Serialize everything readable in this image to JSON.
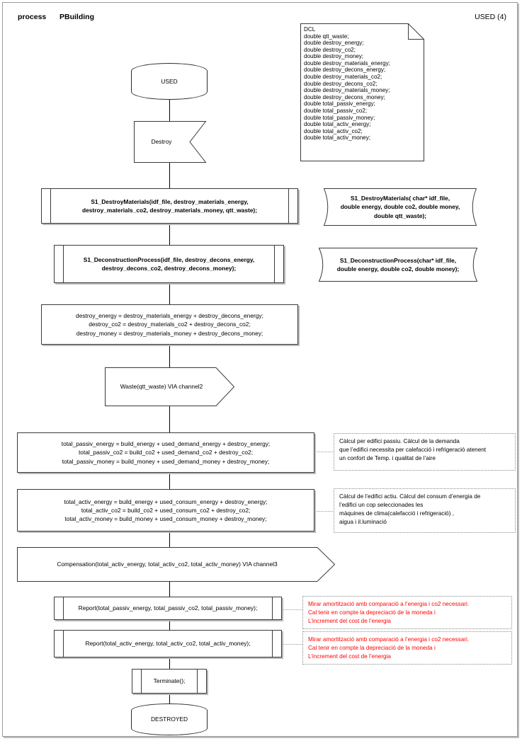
{
  "header": {
    "keyword": "process",
    "process_name": "PBuilding",
    "state_label": "USED (4)"
  },
  "note": {
    "title": "DCL",
    "declarations": [
      "double qtt_waste;",
      "double destroy_energy;",
      "double destroy_co2;",
      "double destroy_money;",
      "double destroy_materials_energy;",
      "double destroy_decons_energy;",
      "double destroy_materials_co2;",
      "double destroy_decons_co2;",
      "double destroy_materials_money;",
      "double destroy_decons_money;",
      "double total_passiv_energy;",
      "double total_passiv_co2;",
      "double total_passiv_money;",
      "double total_activ_energy;",
      "double total_activ_co2;",
      "double total_activ_money;"
    ],
    "text": "DCL\ndouble qtt_waste;\ndouble destroy_energy;\ndouble destroy_co2;\ndouble destroy_money;\ndouble destroy_materials_energy;\ndouble destroy_decons_energy;\ndouble destroy_materials_co2;\ndouble destroy_decons_co2;\ndouble destroy_materials_money;\ndouble destroy_decons_money;\ndouble total_passiv_energy;\ndouble total_passiv_co2;\ndouble total_passiv_money;\ndouble total_activ_energy;\ndouble total_activ_co2;\ndouble total_activ_money;"
  },
  "flow": {
    "start_state": "USED",
    "input_signal": "Destroy",
    "call_destroy_materials": "S1_DestroyMaterials(idf_file, destroy_materials_energy,\ndestroy_materials_co2, destroy_materials_money, qtt_waste);",
    "call_deconstruction": "S1_DeconstructionProcess(idf_file, destroy_decons_energy,\ndestroy_decons_co2, destroy_decons_money);",
    "task_destroy_totals": "destroy_energy = destroy_materials_energy + destroy_decons_energy;\ndestroy_co2 = destroy_materials_co2 + destroy_decons_co2;\ndestroy_money = destroy_materials_money + destroy_decons_money;",
    "output_waste": "Waste(qtt_waste) VIA channel2",
    "task_total_passiv": "total_passiv_energy = build_energy + used_demand_energy + destroy_energy;\ntotal_passiv_co2 = build_co2 + used_demand_co2 + destroy_co2;\ntotal_passiv_money =  build_money + used_demand_money + destroy_money;",
    "task_total_activ": "total_activ_energy = build_energy + used_consum_energy + destroy_energy;\ntotal_activ_co2 =  build_co2 + used_consum_co2 + destroy_co2;\ntotal_activ_money = build_money + used_consum_money + destroy_money;",
    "output_compensation": "Compensation(total_activ_energy, total_activ_co2, total_activ_money) VIA channel3",
    "call_report_passiv": "Report(total_passiv_energy, total_passiv_co2, total_passiv_money);",
    "call_report_activ": "Report(total_activ_energy, total_activ_co2, total_activ_money);",
    "call_terminate": "Terminate();",
    "end_state": "DESTROYED"
  },
  "signatures": {
    "destroy_materials": "S1_DestroyMaterials( char* idf_file,\ndouble energy, double co2, double money,\ndouble qtt_waste);",
    "deconstruction": "S1_DeconstructionProcess(char* idf_file,\ndouble energy, double co2, double money);"
  },
  "annotations": {
    "passiv": "Càlcul per edifici passiu. Càlcul de la demanda\nque l’edifici necessita per calefacció i refrigeració atenent\nun confort de Temp.  i qualitat de l’aire",
    "activ": "Càlcul de l’edifici actiu. Càlcul del consum d’energia de\nl’edifici un cop seleccionades les\nmàquines de clima(calefacció i refrigeració) ,\naigua i il.luminació",
    "report_passiv": "Mirar amortització amb comparació a l’energia i co2 necessari.\nCal tenir en compte la depreciació de la moneda i\nL’increment del cost de l’energia",
    "report_activ": "Mirar amortització amb comparació a l’energia i co2 necessari.\nCal tenir en compte la depreciació de la moneda i\nL’increment del cost de l’energia"
  },
  "colors": {
    "stroke": "#3a3a3a",
    "shadow": "#b9b9b9",
    "red": "#ff0000",
    "dotted": "#8a8a8a"
  }
}
